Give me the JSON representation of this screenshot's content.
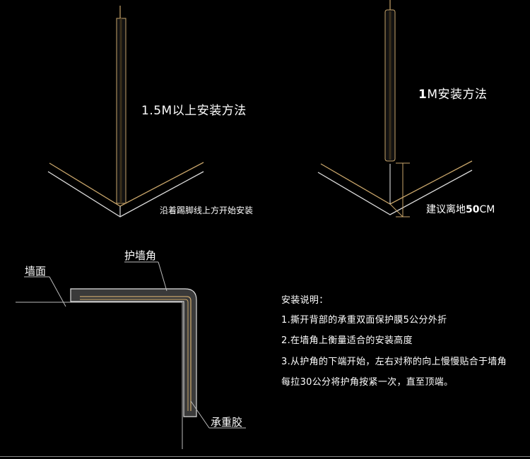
{
  "method_top": {
    "left_title": "1.5M以上安装方法",
    "left_caption": "沿着踢脚线上方开始安装",
    "right_title_num": "1",
    "right_title_rest": "M安装方法",
    "right_caption_prefix": "建议离地",
    "right_caption_num": "50",
    "right_caption_unit": "CM"
  },
  "section_view": {
    "label_corner_guard": "护墙角",
    "label_wall": "墙面",
    "label_adhesive": "承重胶"
  },
  "instructions": {
    "heading": "安装说明：",
    "steps": [
      "1.撕开背部的承重双面保护膜5公分外折",
      "2.在墙角上衡量适合的安装高度",
      "3.从护角的下端开始，左右对称的向上慢慢贴合于墙角",
      "每拉30公分将护角按紧一次，直至顶端。"
    ]
  },
  "colors": {
    "background": "#000000",
    "gold_line": "#c8a56a",
    "white_line": "#dcdcdc",
    "guard_fill": "#3a3a3a"
  }
}
